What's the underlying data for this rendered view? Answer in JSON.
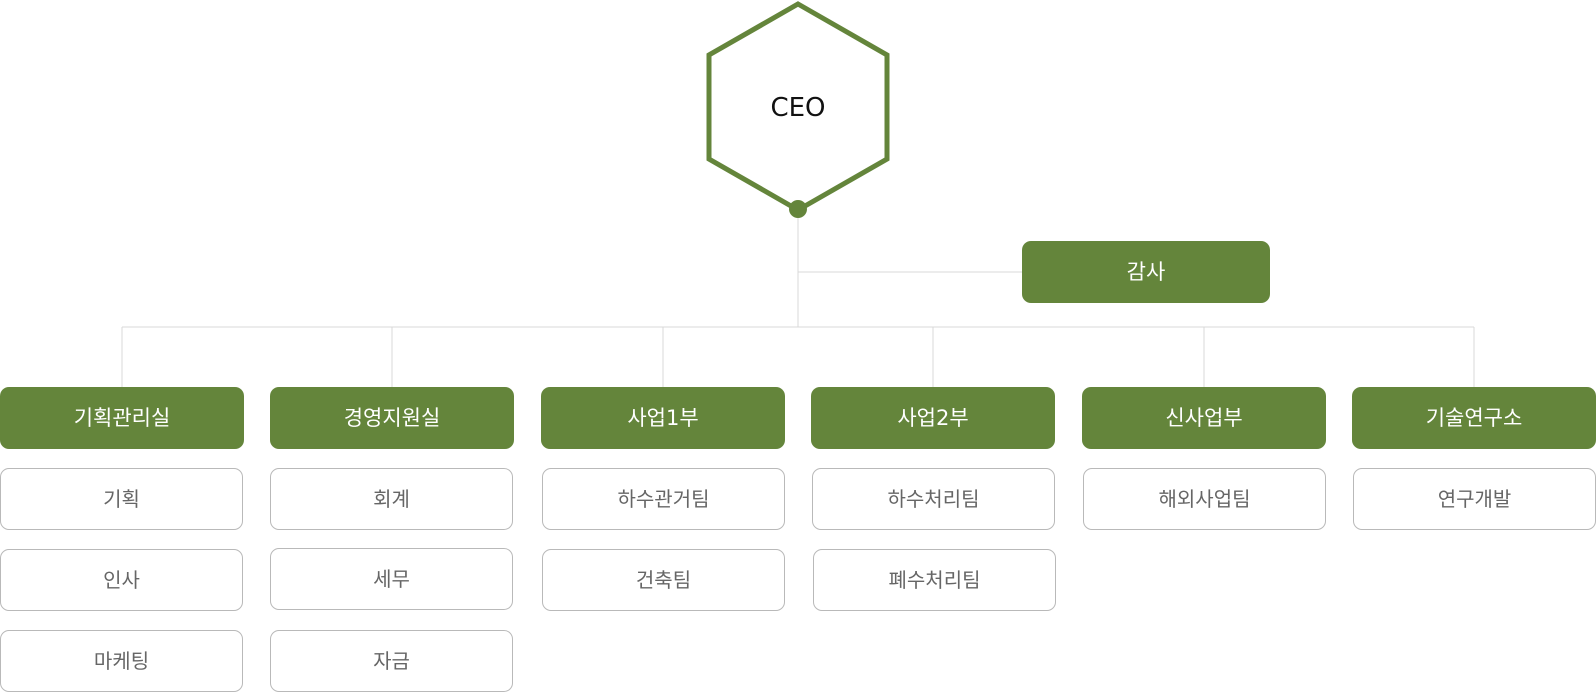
{
  "colors": {
    "accent": "#64853b",
    "connector": "#d8d8d8",
    "sub_border": "#b9b9b9",
    "sub_text": "#666666"
  },
  "ceo": {
    "label": "CEO"
  },
  "audit": {
    "label": "감사"
  },
  "departments": [
    {
      "label": "기획관리실",
      "teams": [
        "기획",
        "인사",
        "마케팅"
      ]
    },
    {
      "label": "경영지원실",
      "teams": [
        "회계",
        "세무",
        "자금"
      ]
    },
    {
      "label": "사업1부",
      "teams": [
        "하수관거팀",
        "건축팀"
      ]
    },
    {
      "label": "사업2부",
      "teams": [
        "하수처리팀",
        "폐수처리팀"
      ]
    },
    {
      "label": "신사업부",
      "teams": [
        "해외사업팀"
      ]
    },
    {
      "label": "기술연구소",
      "teams": [
        "연구개발"
      ]
    }
  ]
}
